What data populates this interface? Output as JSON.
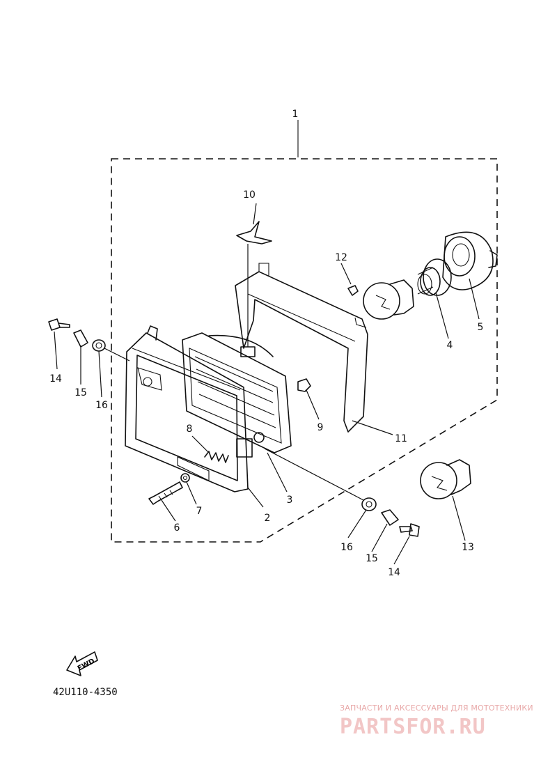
{
  "diagram": {
    "callouts": [
      {
        "id": "c1",
        "text": "1"
      },
      {
        "id": "c2",
        "text": "2"
      },
      {
        "id": "c3",
        "text": "3"
      },
      {
        "id": "c4",
        "text": "4"
      },
      {
        "id": "c5",
        "text": "5"
      },
      {
        "id": "c6",
        "text": "6"
      },
      {
        "id": "c7",
        "text": "7"
      },
      {
        "id": "c8",
        "text": "8"
      },
      {
        "id": "c9",
        "text": "9"
      },
      {
        "id": "c10",
        "text": "10"
      },
      {
        "id": "c11",
        "text": "11"
      },
      {
        "id": "c12",
        "text": "12"
      },
      {
        "id": "c13",
        "text": "13"
      },
      {
        "id": "c14a",
        "text": "14"
      },
      {
        "id": "c15a",
        "text": "15"
      },
      {
        "id": "c16a",
        "text": "16"
      },
      {
        "id": "c14b",
        "text": "14"
      },
      {
        "id": "c15b",
        "text": "15"
      },
      {
        "id": "c16b",
        "text": "16"
      }
    ],
    "fwd_label": "FWD",
    "drawing_code": "42U110-4350"
  },
  "watermark": {
    "tagline": "ЗАПЧАСТИ И АКСЕССУАРЫ ДЛЯ МОТОТЕХНИКИ",
    "site": "PARTSFOR.RU",
    "color": "#e8a8a8"
  }
}
